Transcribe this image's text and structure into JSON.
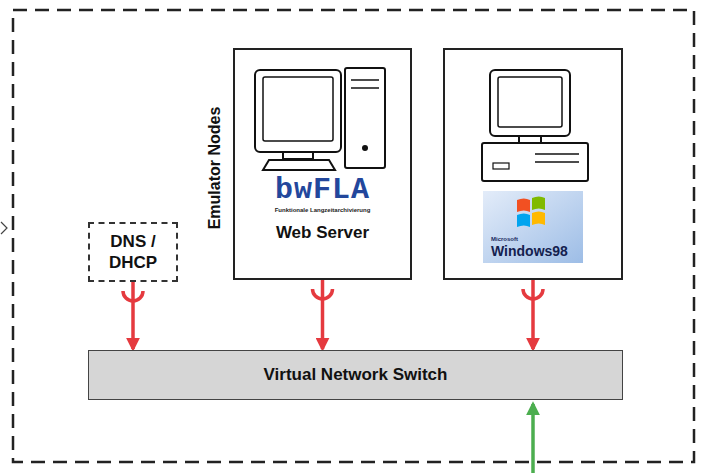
{
  "diagram": {
    "nodes": [
      {
        "text": [
          "DNS / DHCP"
        ]
      },
      {
        "text": [
          "bwFLA",
          "Funktionale Langzeitarchivierung",
          "Web Server"
        ]
      },
      {
        "text": [
          "Microsoft",
          "Windows98"
        ]
      },
      {
        "text": [
          "Virtual Network Switch"
        ]
      }
    ],
    "edges": [
      {
        "from": 0,
        "to": 3,
        "arrow": "to"
      },
      {
        "from": 1,
        "to": 3,
        "arrow": "to"
      },
      {
        "from": 2,
        "to": 3,
        "arrow": "to"
      }
    ],
    "labels": [
      "Emulator Nodes"
    ]
  }
}
